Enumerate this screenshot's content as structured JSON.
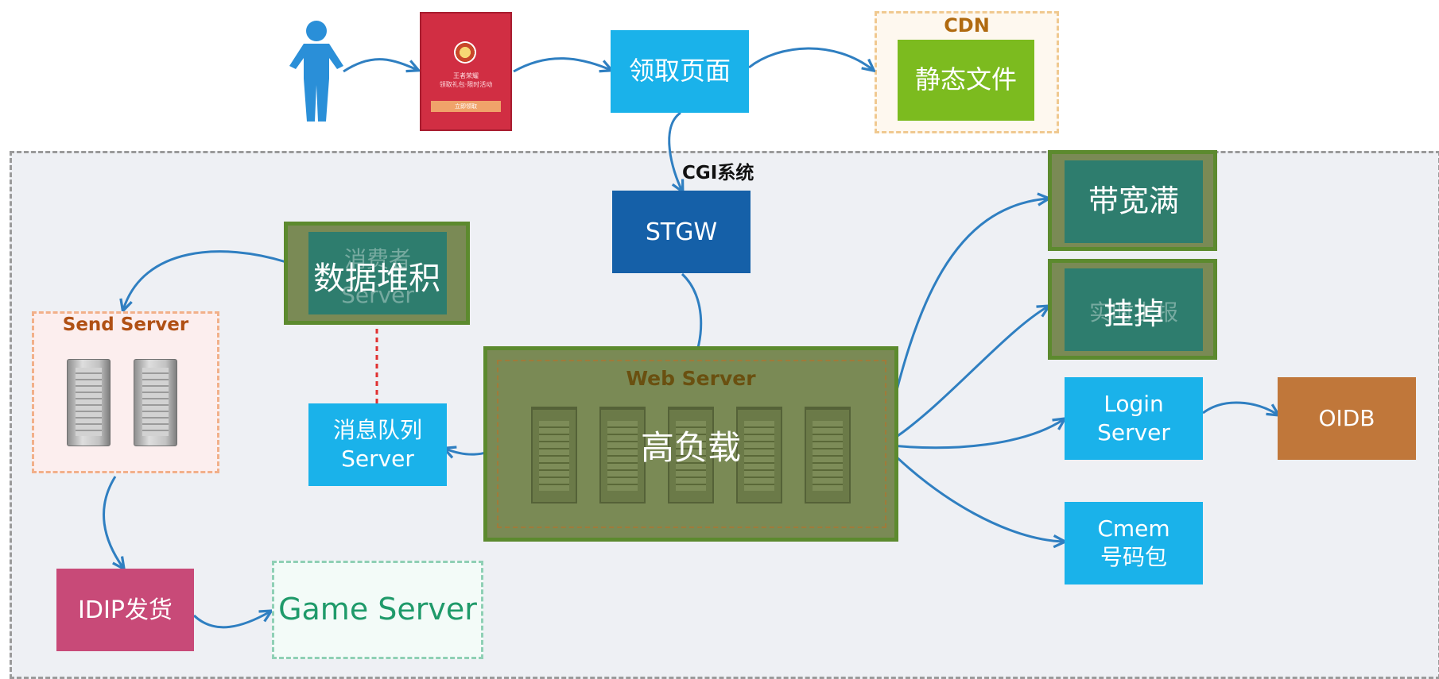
{
  "system_label": "CGI系统",
  "cdn": {
    "label": "CDN",
    "content": "静态文件"
  },
  "mobile": {
    "text_line1": "王者荣耀",
    "text_line2": "领取礼包·限时活动",
    "button": "立即领取"
  },
  "nodes": {
    "receive_page": "领取页面",
    "stgw": "STGW",
    "consumer_server_ghost_line1": "消费者",
    "consumer_server_ghost_line2": "Server",
    "consumer_server_status": "数据堆积",
    "message_queue_line1": "消息队列",
    "message_queue_line2": "Server",
    "send_server": "Send Server",
    "idip": "IDIP发货",
    "game_server": "Game Server",
    "web_server": "Web Server",
    "web_server_status": "高负载",
    "bandwidth_status": "带宽满",
    "realtime_ghost": "实时上报",
    "realtime_status": "挂掉",
    "login_server_line1": "Login",
    "login_server_line2": "Server",
    "oidb": "OIDB",
    "cmem_line1": "Cmem",
    "cmem_line2": "号码包"
  },
  "colors": {
    "blue_box": "#1ab2ea",
    "stgw": "#1560a8",
    "cdn_green": "#7cbb1f",
    "idip": "#c84a78",
    "oidb": "#c0773a",
    "olive_overlay": "#7a8a55",
    "teal_inner": "#2e7d6e",
    "arrow": "#2f7fc1",
    "dashed_red_arrow": "#e03030"
  }
}
